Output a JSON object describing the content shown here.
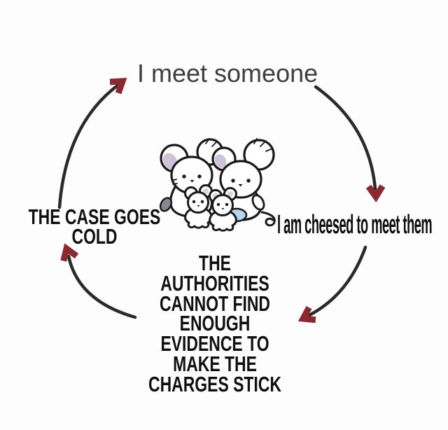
{
  "background_color": "#fdfdfd",
  "cycle": {
    "direction": "clockwise",
    "top_label": "I meet someone",
    "right_label": "I am cheesed to meet them",
    "left_label": "THE CASE GOES\nCOLD",
    "bottom_label": "THE\nAUTHORITIES\nCANNOT FIND\nENOUGH\nEVIDENCE TO\nMAKE THE\nCHARGES STICK",
    "line_color": "#2a2a2a",
    "arrowhead_color": "#8a2a30",
    "top_label_color": "#3e3e3e",
    "label_color": "#101010"
  },
  "illustration": {
    "icon": "mouse-family-illustration",
    "outline_color": "#1a1a1a",
    "body_color": "#ffffff",
    "ear_accent_color": "#cfc3d8",
    "baby_ear_accent_color": "#e0d0da",
    "item_color": "#b9d4e8",
    "paw_color": "#8a8494"
  }
}
